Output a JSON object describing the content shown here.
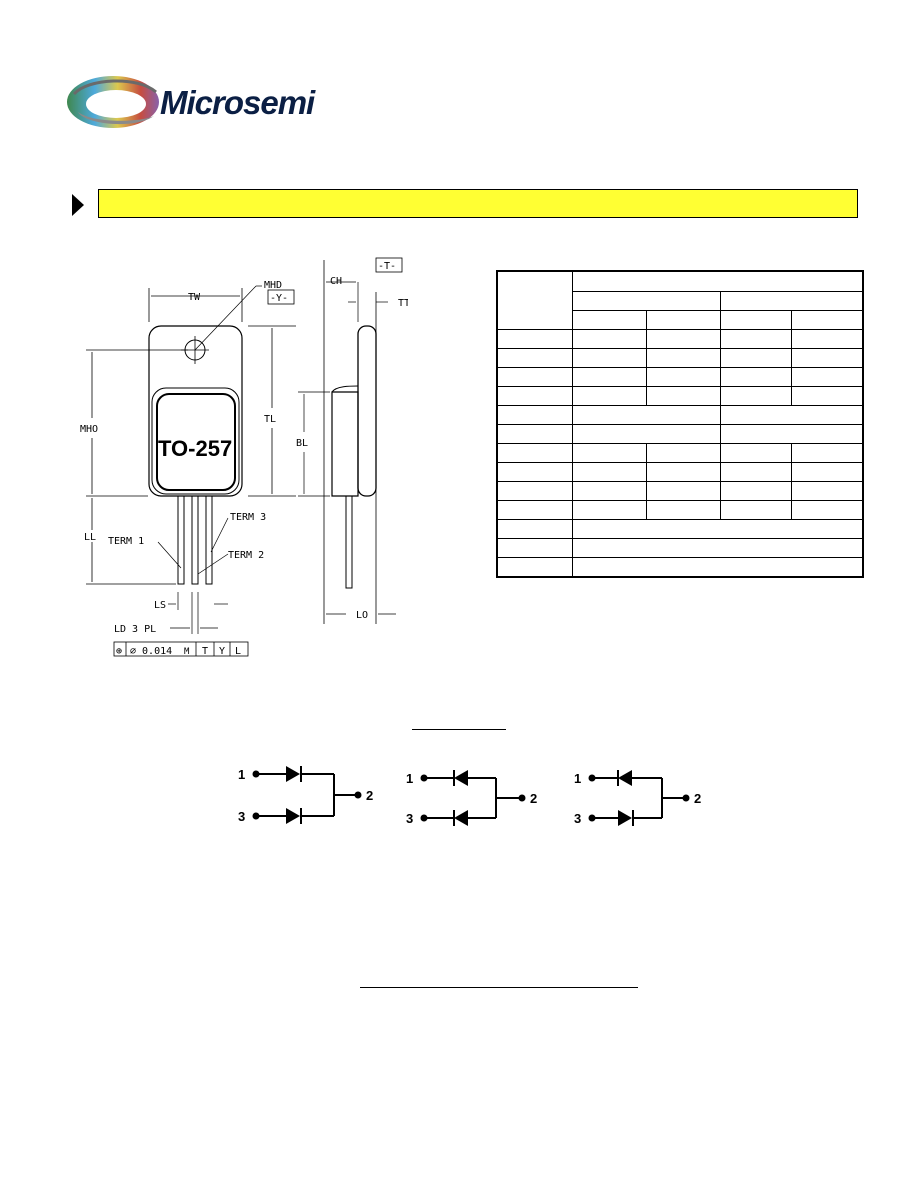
{
  "brand": {
    "name": "Microsemi"
  },
  "package_drawing": {
    "package_label": "TO-257",
    "dimension_labels": {
      "tw": "TW",
      "mhd": "MHD",
      "datum_y": "-Y-",
      "mho": "MHO",
      "tl": "TL",
      "ll": "LL",
      "term1": "TERM 1",
      "term2": "TERM 2",
      "term3": "TERM 3",
      "ls": "LS",
      "ld": "LD 3 PL",
      "ch": "CH",
      "datum_t": "-T-",
      "tt": "TT",
      "bl": "BL",
      "lo": "LO"
    },
    "tolerance_frame": [
      "⊕",
      "⌀ 0.014",
      "M",
      "T",
      "Y",
      "L"
    ]
  },
  "schematic": {
    "pin1": "1",
    "pin2": "2",
    "pin3": "3"
  }
}
